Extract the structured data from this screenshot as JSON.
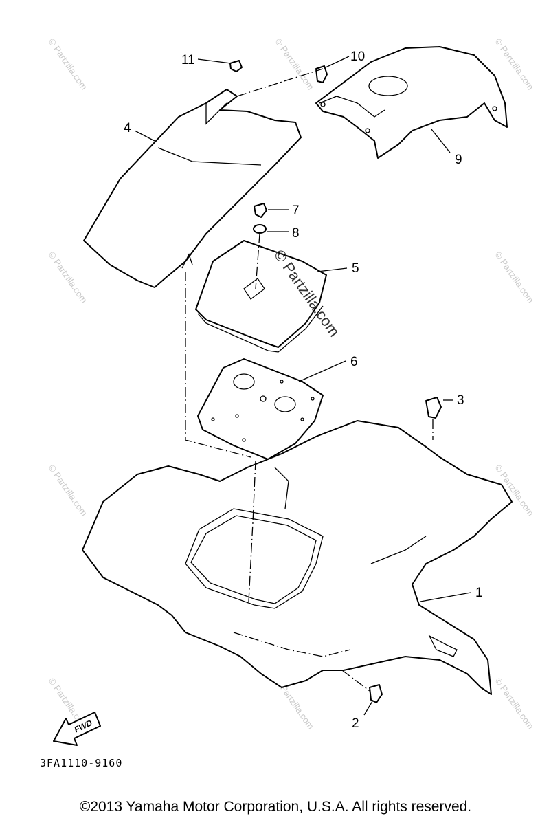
{
  "diagram": {
    "callouts": [
      "1",
      "2",
      "3",
      "4",
      "5",
      "6",
      "7",
      "8",
      "9",
      "10",
      "11"
    ],
    "diagram_code": "3FA1110-9160",
    "direction_label": "FWD",
    "watermark_text": "© Partzilla.com",
    "watermark_center": "© Partzilla.com"
  },
  "footer": {
    "copyright": "©2013 Yamaha Motor Corporation, U.S.A. All rights reserved."
  }
}
